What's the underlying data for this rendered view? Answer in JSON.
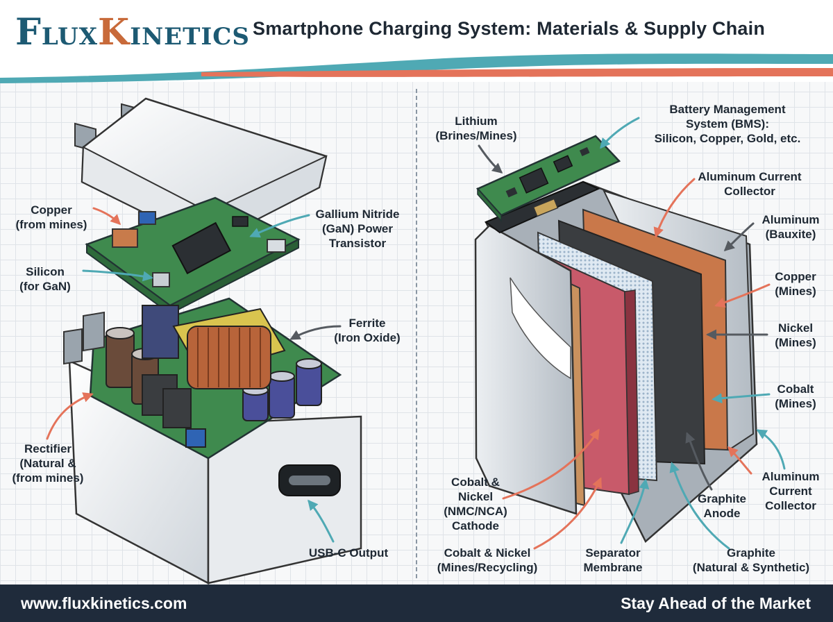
{
  "header": {
    "brand_initial": "F",
    "brand_first": "LUX",
    "brand_k": "K",
    "brand_second": "INETICS",
    "title": "Smartphone Charging System: Materials & Supply Chain"
  },
  "colors": {
    "teal": "#4fa9b4",
    "coral": "#e4735a",
    "navy": "#1f2b3b",
    "pcb_green": "#3f8a4e",
    "copper": "#b8643a",
    "cathode_red": "#c85a6a",
    "anode_dark": "#3a3d40"
  },
  "charger": {
    "copper": "Copper\n(from mines)",
    "silicon": "Silicon\n(for GaN)",
    "rectifier": "Rectifier\n(Natural  &\n(from mines)",
    "gan": "Gallium Nitride\n(GaN) Power\nTransistor",
    "ferrite": "Ferrite\n(Iron Oxide)",
    "usbc": "USB-C Output"
  },
  "battery": {
    "lithium": "Lithium\n(Brines/Mines)",
    "bms": "Battery Management\nSystem (BMS):\nSilicon, Copper, Gold, etc.",
    "al_collector_top": "Aluminum Current\nCollector",
    "aluminum": "Aluminum\n(Bauxite)",
    "copper": "Copper\n(Mines)",
    "nickel": "Nickel\n(Mines)",
    "cobalt": "Cobalt\n(Mines)",
    "al_collector_bottom": "Aluminum\nCurrent\nCollector",
    "cathode": "Cobalt &\nNickel\n(NMC/NCA)\nCathode",
    "cobalt_nickel": "Cobalt & Nickel\n(Mines/Recycling)",
    "separator": "Separator\nMembrane",
    "graphite_anode": "Graphite\nAnode",
    "graphite": "Graphite\n(Natural & Synthetic)"
  },
  "footer": {
    "website": "www.fluxkinetics.com",
    "tagline": "Stay Ahead of the Market"
  }
}
